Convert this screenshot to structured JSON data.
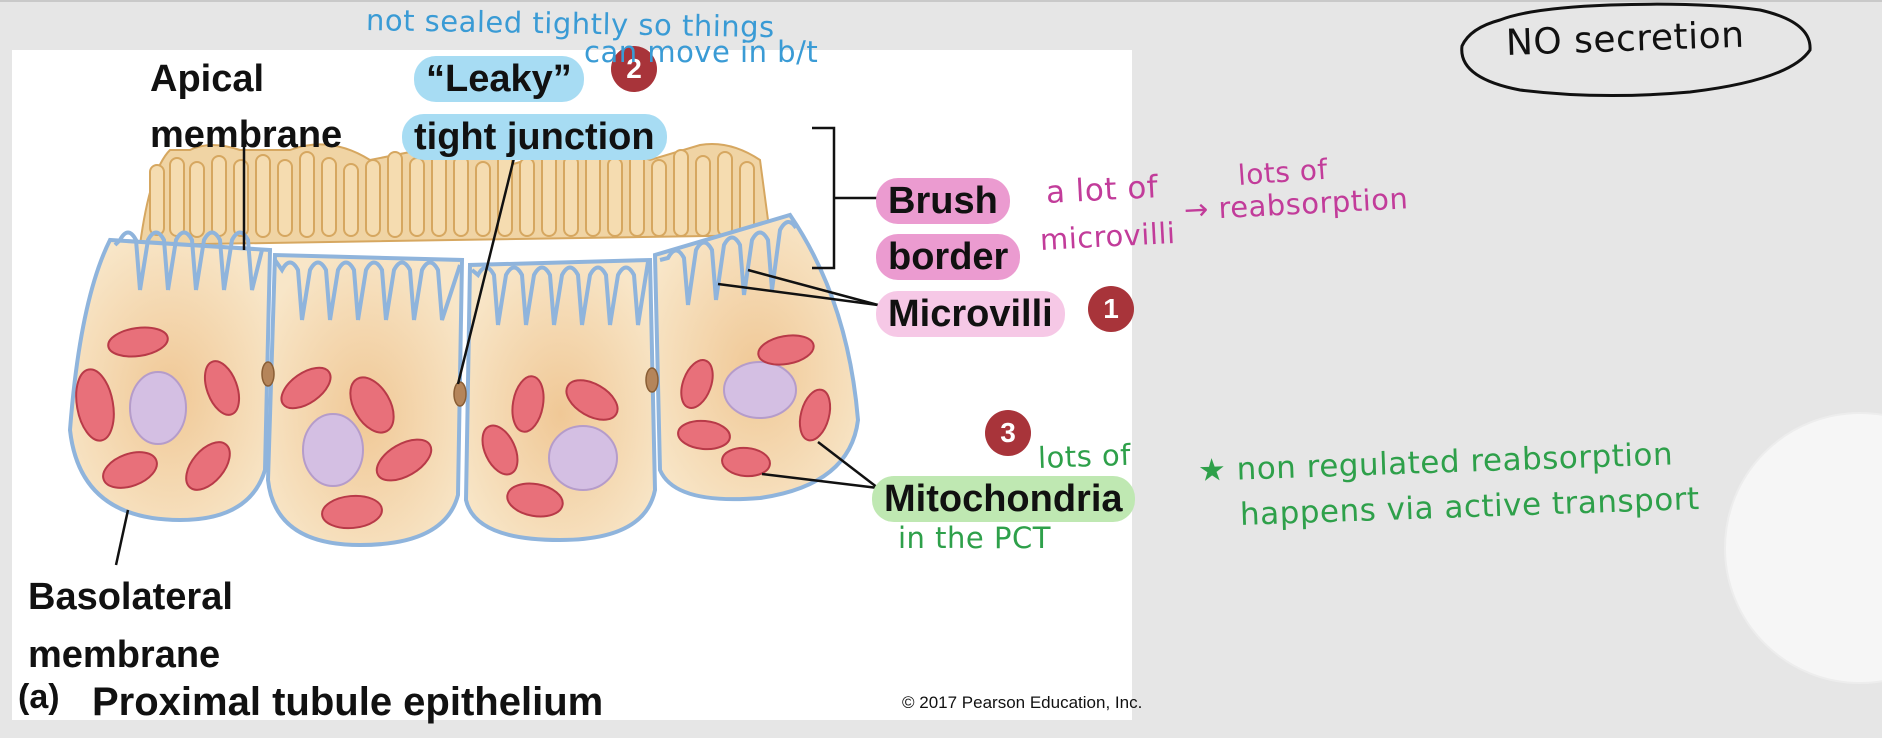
{
  "figure": {
    "labels": {
      "apical_line1": "Apical",
      "apical_line2": "membrane",
      "leaky": "“Leaky”",
      "tight_junction": "tight junction",
      "brush": "Brush",
      "border": "border",
      "microvilli": "Microvilli",
      "mitochondria": "Mitochondria",
      "basolateral_line1": "Basolateral",
      "basolateral_line2": "membrane",
      "caption_letter": "(a)",
      "caption": "Proximal tubule epithelium",
      "copyright": "© 2017 Pearson Education, Inc."
    }
  },
  "badges": {
    "microvilli": "1",
    "leaky": "2",
    "mitochondria": "3"
  },
  "notes": {
    "leaky_line1": "not sealed tightly so things",
    "leaky_line2": "can move in b/t",
    "brush_line1": "a lot of",
    "brush_line2": "microvilli",
    "reabs_line1": "lots of",
    "reabs_line2": "→ reabsorption",
    "mito_above": "lots of",
    "mito_below": "in the PCT",
    "mito_side1": "★ non regulated reabsorption",
    "mito_side2": "happens via active transport",
    "no_secretion": "NO secretion"
  },
  "colors": {
    "accent_blue": "#3a9bd5",
    "accent_pink": "#c23c9a",
    "accent_green": "#2ea04a",
    "badge_red": "#a8343a",
    "cell_fill": "#f3dcb8",
    "membrane_blue": "#8fb4dc",
    "mito_red": "#e0606a",
    "nucleus_purple": "#c8b2dc"
  }
}
